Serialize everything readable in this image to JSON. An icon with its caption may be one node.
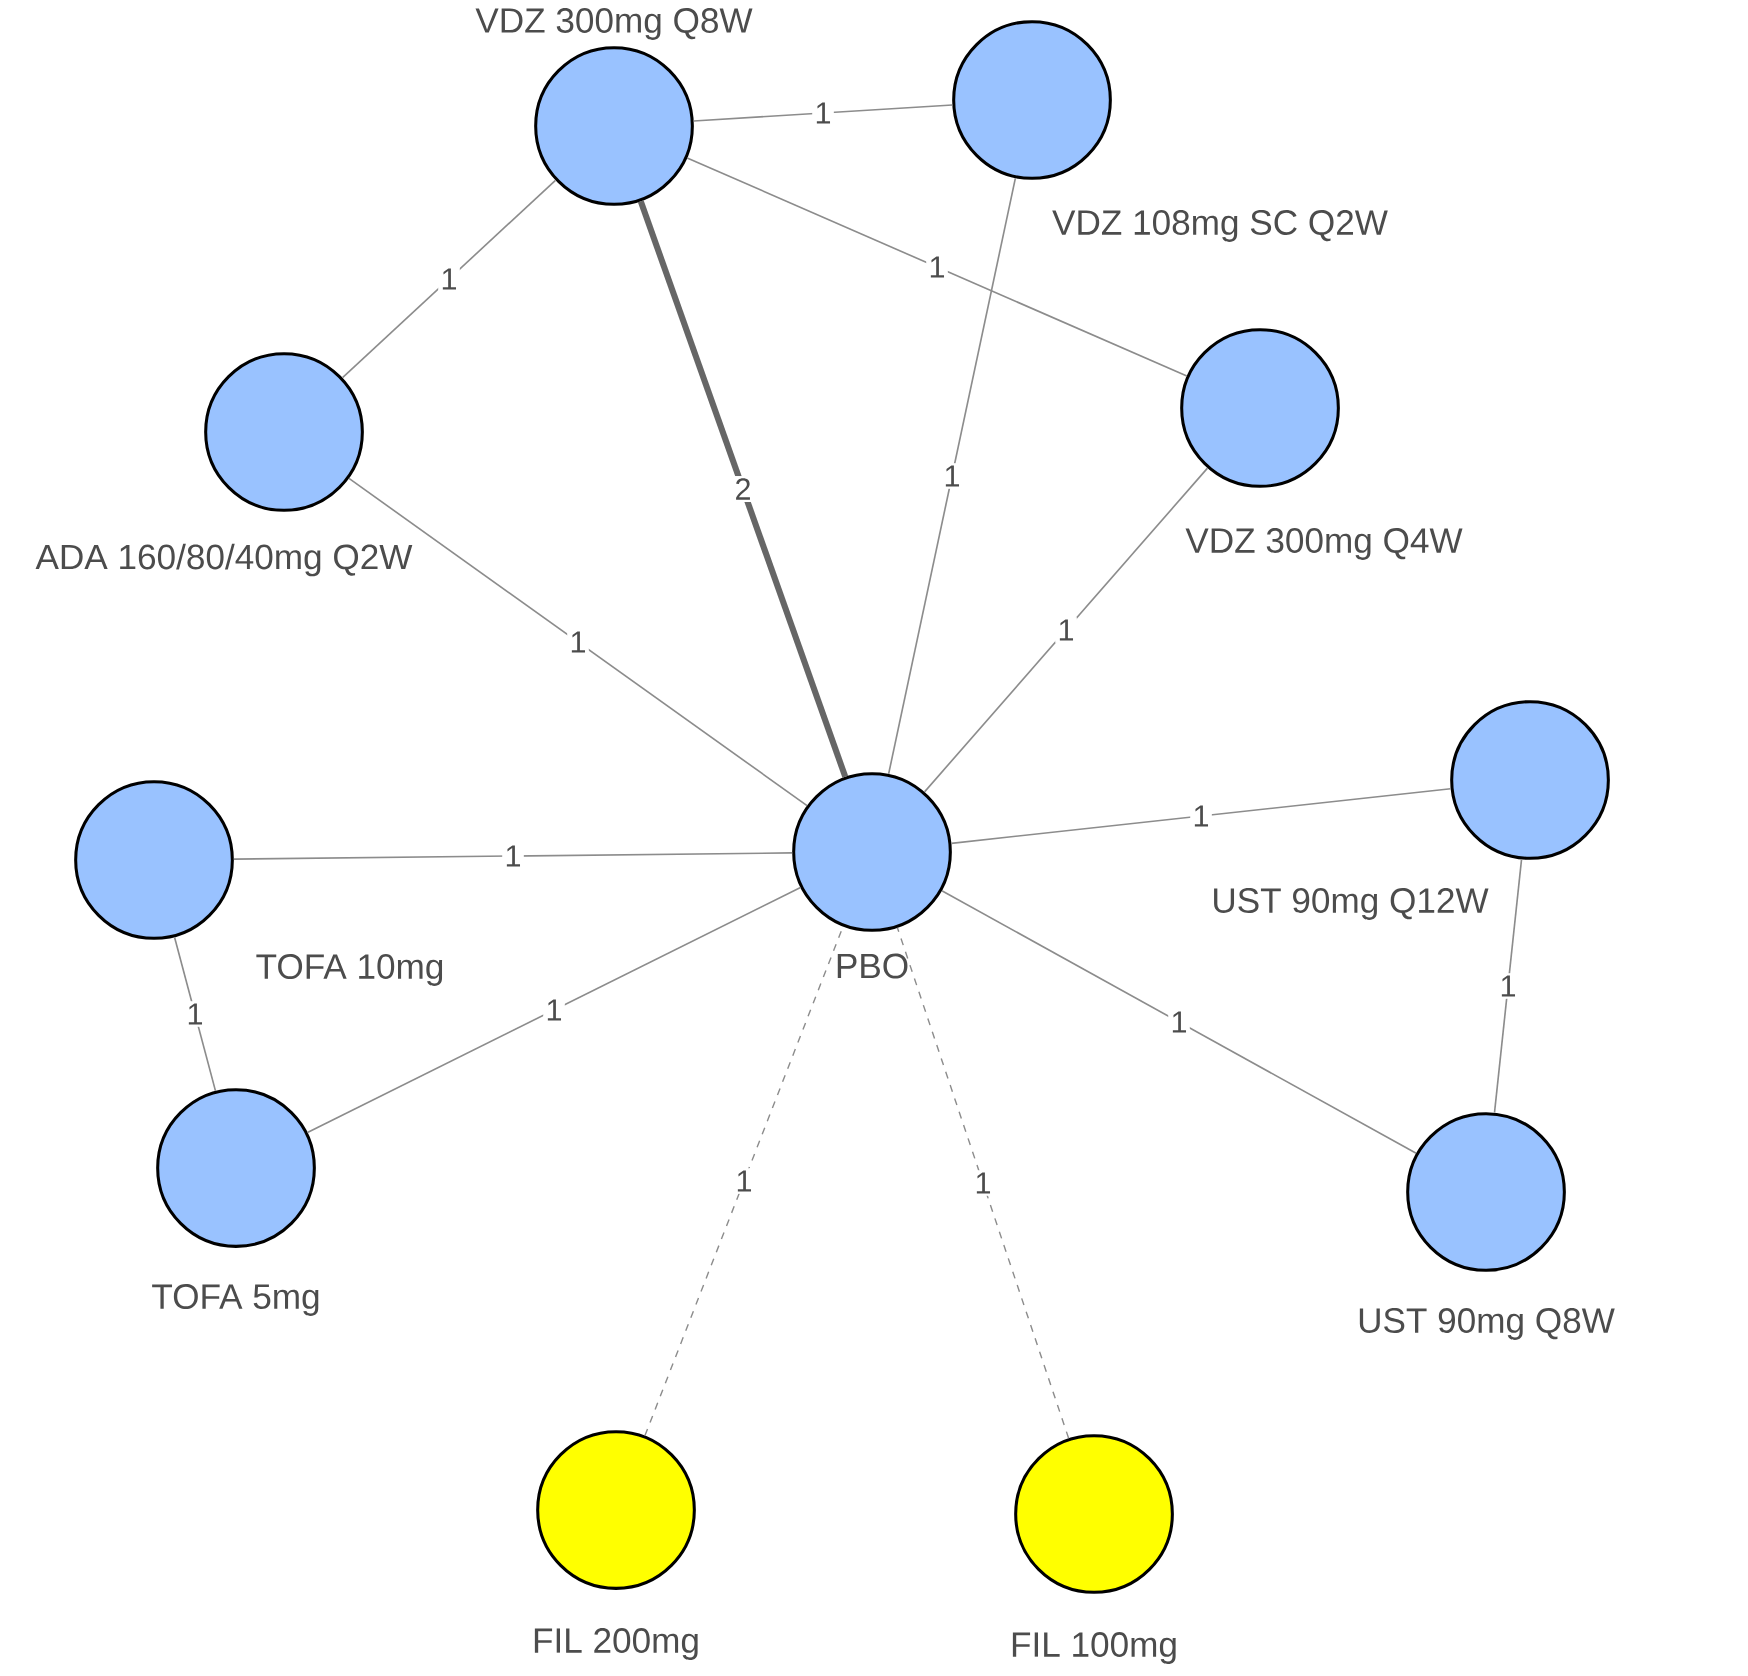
{
  "diagram": {
    "nodes": [
      {
        "text": [
          "VDZ 300mg Q8W"
        ]
      },
      {
        "text": [
          "VDZ 108mg SC Q2W"
        ]
      },
      {
        "text": [
          "ADA 160/80/40mg Q2W"
        ]
      },
      {
        "text": [
          "VDZ 300mg Q4W"
        ]
      },
      {
        "text": [
          "PBO"
        ]
      },
      {
        "text": [
          "TOFA 10mg"
        ]
      },
      {
        "text": [
          "UST 90mg Q12W"
        ]
      },
      {
        "text": [
          "TOFA 5mg"
        ]
      },
      {
        "text": [
          "UST 90mg Q8W"
        ]
      },
      {
        "text": [
          "FIL 200mg"
        ]
      },
      {
        "text": [
          "FIL 100mg"
        ]
      }
    ],
    "edges": [
      {
        "from": 0,
        "to": 1,
        "arrow": "none",
        "label": "1"
      },
      {
        "from": 0,
        "to": 3,
        "arrow": "none",
        "label": "1"
      },
      {
        "from": 0,
        "to": 2,
        "arrow": "none",
        "label": "1"
      },
      {
        "from": 0,
        "to": 4,
        "arrow": "none",
        "label": "2",
        "style": "thick"
      },
      {
        "from": 1,
        "to": 4,
        "arrow": "none",
        "label": "1"
      },
      {
        "from": 2,
        "to": 4,
        "arrow": "none",
        "label": "1"
      },
      {
        "from": 3,
        "to": 4,
        "arrow": "none",
        "label": "1"
      },
      {
        "from": 5,
        "to": 4,
        "arrow": "none",
        "label": "1"
      },
      {
        "from": 5,
        "to": 7,
        "arrow": "none",
        "label": "1"
      },
      {
        "from": 7,
        "to": 4,
        "arrow": "none",
        "label": "1"
      },
      {
        "from": 6,
        "to": 4,
        "arrow": "none",
        "label": "1"
      },
      {
        "from": 8,
        "to": 4,
        "arrow": "none",
        "label": "1"
      },
      {
        "from": 6,
        "to": 8,
        "arrow": "none",
        "label": "1"
      },
      {
        "from": 9,
        "to": 4,
        "arrow": "none",
        "label": "1",
        "style": "dashed"
      },
      {
        "from": 10,
        "to": 4,
        "arrow": "none",
        "label": "1",
        "style": "dashed"
      }
    ]
  }
}
